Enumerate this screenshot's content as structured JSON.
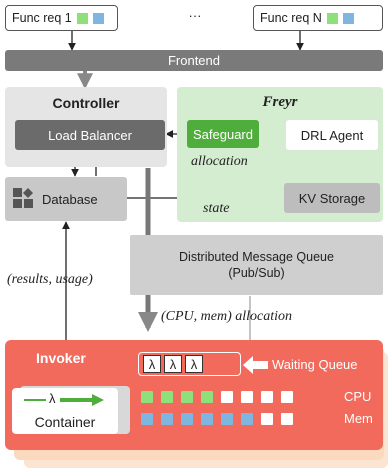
{
  "colors": {
    "green": "#8ee07a",
    "blue": "#7fb6e0",
    "invoker": "#f26a5b"
  },
  "func_req_first": "Func req 1",
  "func_req_dots": "···",
  "func_req_last": "Func req N",
  "frontend": "Frontend",
  "controller": {
    "title": "Controller",
    "load_balancer": "Load Balancer"
  },
  "freyr": {
    "title": "Freyr",
    "safeguard": "Safeguard",
    "drl_agent": "DRL Agent",
    "allocation": "allocation",
    "kv_storage": "KV Storage"
  },
  "database": "Database",
  "state": "state",
  "message_queue": {
    "line1": "Distributed Message Queue",
    "line2": "(Pub/Sub)"
  },
  "results_usage": "(results, usage)",
  "cpu_mem_allocation": "(CPU, mem) allocation",
  "invoker": {
    "title": "Invoker",
    "lambda": "λ",
    "waiting_queue": "Waiting Queue",
    "container": "Container",
    "cpu": "CPU",
    "mem": "Mem",
    "cpu_units_used": 4,
    "cpu_units_total": 8,
    "mem_units_used": 6,
    "mem_units_total": 8
  }
}
